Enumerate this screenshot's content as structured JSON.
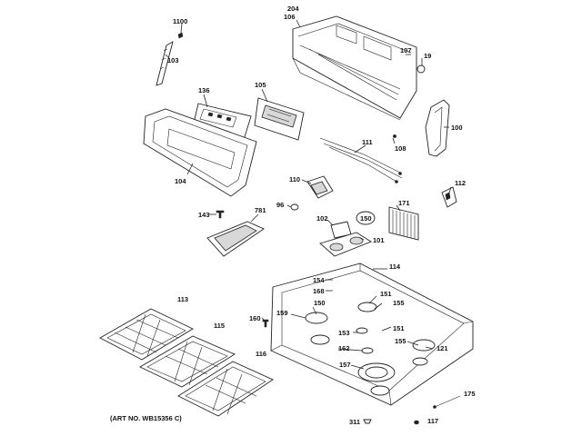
{
  "art_number": "(ART NO. WB15356 C)",
  "callouts": {
    "c1100": "1100",
    "c103": "103",
    "c204": "204",
    "c106": "106",
    "c107": "107",
    "c19": "19",
    "c136": "136",
    "c105": "105",
    "c100": "100",
    "c104": "104",
    "c111": "111",
    "c108": "108",
    "c110": "110",
    "c112": "112",
    "c96": "96",
    "c171": "171",
    "c143": "143",
    "c781": "781",
    "c102": "102",
    "c150a": "150",
    "c101": "101",
    "c114": "114",
    "c154": "154",
    "c168": "168",
    "c113": "113",
    "c151a": "151",
    "c155a": "155",
    "c150b": "150",
    "c159": "159",
    "c160": "160",
    "c115": "115",
    "c153": "153",
    "c151b": "151",
    "c162": "162",
    "c155b": "155",
    "c121": "121",
    "c116": "116",
    "c157": "157",
    "c175": "175",
    "c311": "311",
    "c117": "117"
  }
}
